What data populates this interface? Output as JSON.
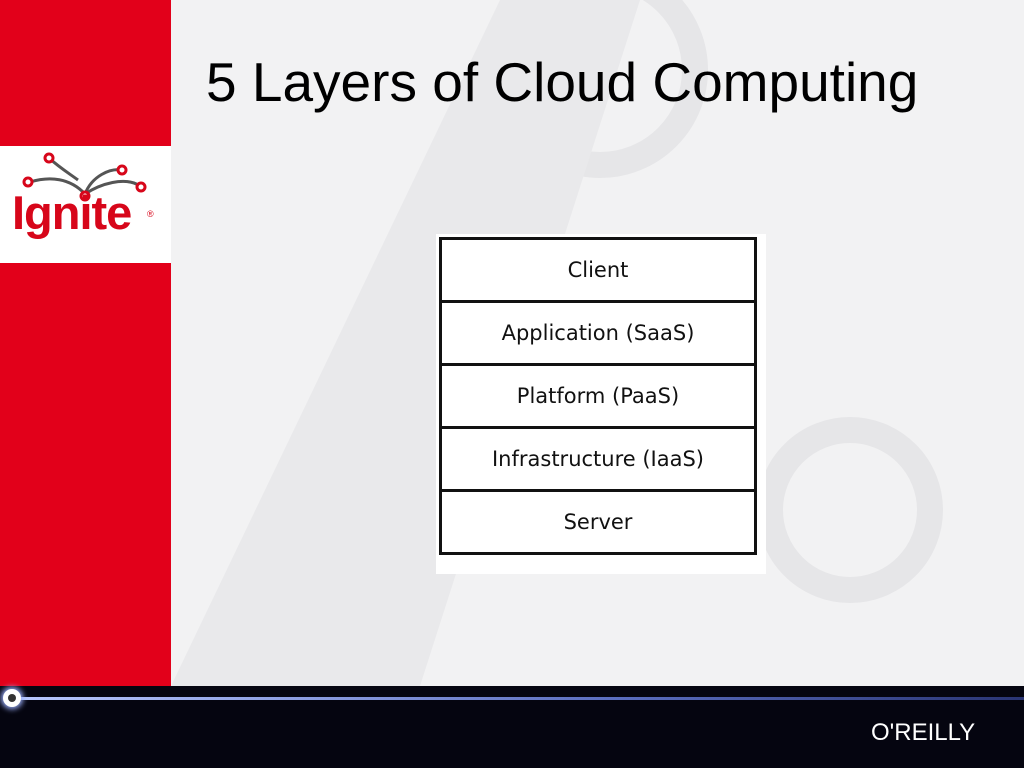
{
  "slide": {
    "title": "5 Layers of Cloud Computing"
  },
  "logo": {
    "text": "Ignite",
    "trademark": "®"
  },
  "diagram": {
    "layers": [
      {
        "label": "Client"
      },
      {
        "label": "Application (SaaS)"
      },
      {
        "label": "Platform (PaaS)"
      },
      {
        "label": "Infrastructure (IaaS)"
      },
      {
        "label": "Server"
      }
    ]
  },
  "footer": {
    "brand": "O'REILLY"
  },
  "colors": {
    "accent_red": "#e2001a",
    "footer_bg": "#050510",
    "background": "#f2f2f3"
  }
}
